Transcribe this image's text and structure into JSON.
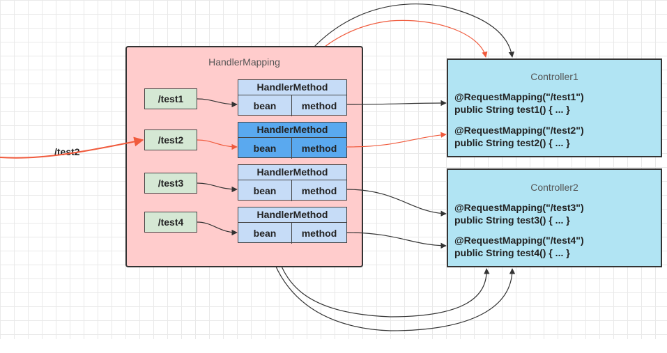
{
  "handler_mapping": {
    "title": "HandlerMapping"
  },
  "incoming_request": {
    "label": "/test2"
  },
  "paths": [
    "/test1",
    "/test2",
    "/test3",
    "/test4"
  ],
  "handler_methods": [
    {
      "title": "HandlerMethod",
      "bean": "bean",
      "method": "method",
      "highlighted": false
    },
    {
      "title": "HandlerMethod",
      "bean": "bean",
      "method": "method",
      "highlighted": true
    },
    {
      "title": "HandlerMethod",
      "bean": "bean",
      "method": "method",
      "highlighted": false
    },
    {
      "title": "HandlerMethod",
      "bean": "bean",
      "method": "method",
      "highlighted": false
    }
  ],
  "controllers": [
    {
      "title": "Controller1",
      "methods": [
        {
          "mapping": "@RequestMapping(\"/test1\")",
          "signature": "public String test1() { ... }"
        },
        {
          "mapping": "@RequestMapping(\"/test2\")",
          "signature": "public String test2() { ... }"
        }
      ]
    },
    {
      "title": "Controller2",
      "methods": [
        {
          "mapping": "@RequestMapping(\"/test3\")",
          "signature": "public String test3() { ... }"
        },
        {
          "mapping": "@RequestMapping(\"/test4\")",
          "signature": "public String test4() { ... }"
        }
      ]
    }
  ],
  "colors": {
    "highlight_arrow": "#f05a3c",
    "arrow": "#333333",
    "handler_mapping_fill": "#ffcccc",
    "path_fill": "#d5e8d4",
    "handler_method_fill": "#c6dcf7",
    "handler_method_active": "#5aa9ef",
    "controller_fill": "#b1e4f3"
  }
}
